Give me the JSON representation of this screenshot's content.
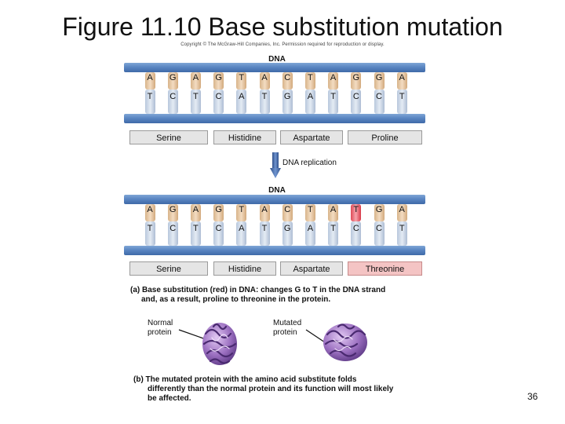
{
  "title": "Figure 11.10 Base substitution mutation",
  "copyright": "Copyright © The McGraw-Hill Companies, Inc. Permission required for reproduction or display.",
  "panel_a": {
    "top": {
      "dna_label": "DNA",
      "top_strand": [
        "A",
        "G",
        "A",
        "G",
        "T",
        "A",
        "C",
        "T",
        "A",
        "G",
        "G",
        "A"
      ],
      "bottom_strand": [
        "T",
        "C",
        "T",
        "C",
        "A",
        "T",
        "G",
        "A",
        "T",
        "C",
        "C",
        "T"
      ],
      "codons": [
        "Serine",
        "Histidine",
        "Aspartate",
        "Proline"
      ]
    },
    "replication_label": "DNA replication",
    "bottom": {
      "dna_label": "DNA",
      "top_strand": [
        "A",
        "G",
        "A",
        "G",
        "T",
        "A",
        "C",
        "T",
        "A",
        "T",
        "G",
        "A"
      ],
      "bottom_strand": [
        "T",
        "C",
        "T",
        "C",
        "A",
        "T",
        "G",
        "A",
        "T",
        "C",
        "C",
        "T"
      ],
      "codons": [
        "Serine",
        "Histidine",
        "Aspartate",
        "Threonine"
      ],
      "mutated_index": 9
    },
    "caption_line1": "(a) Base substitution (red) in DNA: changes G to T in the DNA strand",
    "caption_line2": "and, as a result, proline to threonine in the protein."
  },
  "panel_b": {
    "normal_label_1": "Normal",
    "normal_label_2": "protein",
    "mutated_label_1": "Mutated",
    "mutated_label_2": "protein",
    "caption_line1": "(b) The mutated protein with the amino acid substitute folds",
    "caption_line2": "differently than the normal protein and its function will most likely",
    "caption_line3": "be affected."
  },
  "colors": {
    "strand": "#5a86c2",
    "mutation": "#e04a57",
    "protein": "#9b6fc0"
  },
  "page_number": "36"
}
